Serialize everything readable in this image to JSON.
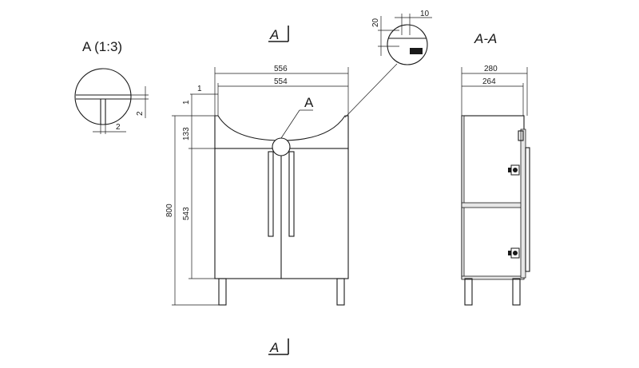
{
  "labels": {
    "detail_title": "A (1:3)",
    "section_title": "A-A",
    "detail_marker": "A",
    "section_marker_top": "A",
    "section_marker_bottom": "A"
  },
  "dimensions": {
    "overall_width": "556",
    "basin_width": "554",
    "side_offset": "1",
    "top_offset": "1",
    "top_height": "133",
    "body_height": "543",
    "total_height": "800",
    "detail_gap_h": "2",
    "detail_gap_v": "2",
    "callout_height": "20",
    "callout_width": "10",
    "side_depth": "280",
    "side_inner_depth": "264"
  }
}
